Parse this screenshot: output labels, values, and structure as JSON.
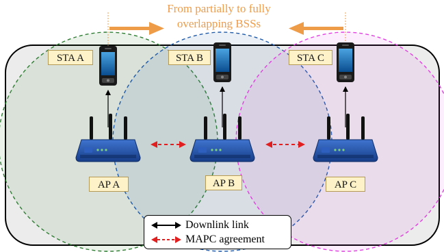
{
  "title": {
    "line1": "From partially to fully",
    "line2": "overlapping BSSs"
  },
  "stations": [
    {
      "label": "STA A"
    },
    {
      "label": "STA B"
    },
    {
      "label": "STA C"
    }
  ],
  "access_points": [
    {
      "label": "AP A"
    },
    {
      "label": "AP B"
    },
    {
      "label": "AP C"
    }
  ],
  "legend": {
    "downlink_label": "Downlink link",
    "mapc_label": "MAPC agreement"
  },
  "colors": {
    "title_orange": "#ef9c49",
    "bss_a": "#2e7d32",
    "bss_b": "#1e5aa8",
    "bss_c": "#e040e0",
    "mapc_red": "#e02020",
    "label_fill": "#fdf2c8",
    "router_blue": "#1f4ea8"
  }
}
